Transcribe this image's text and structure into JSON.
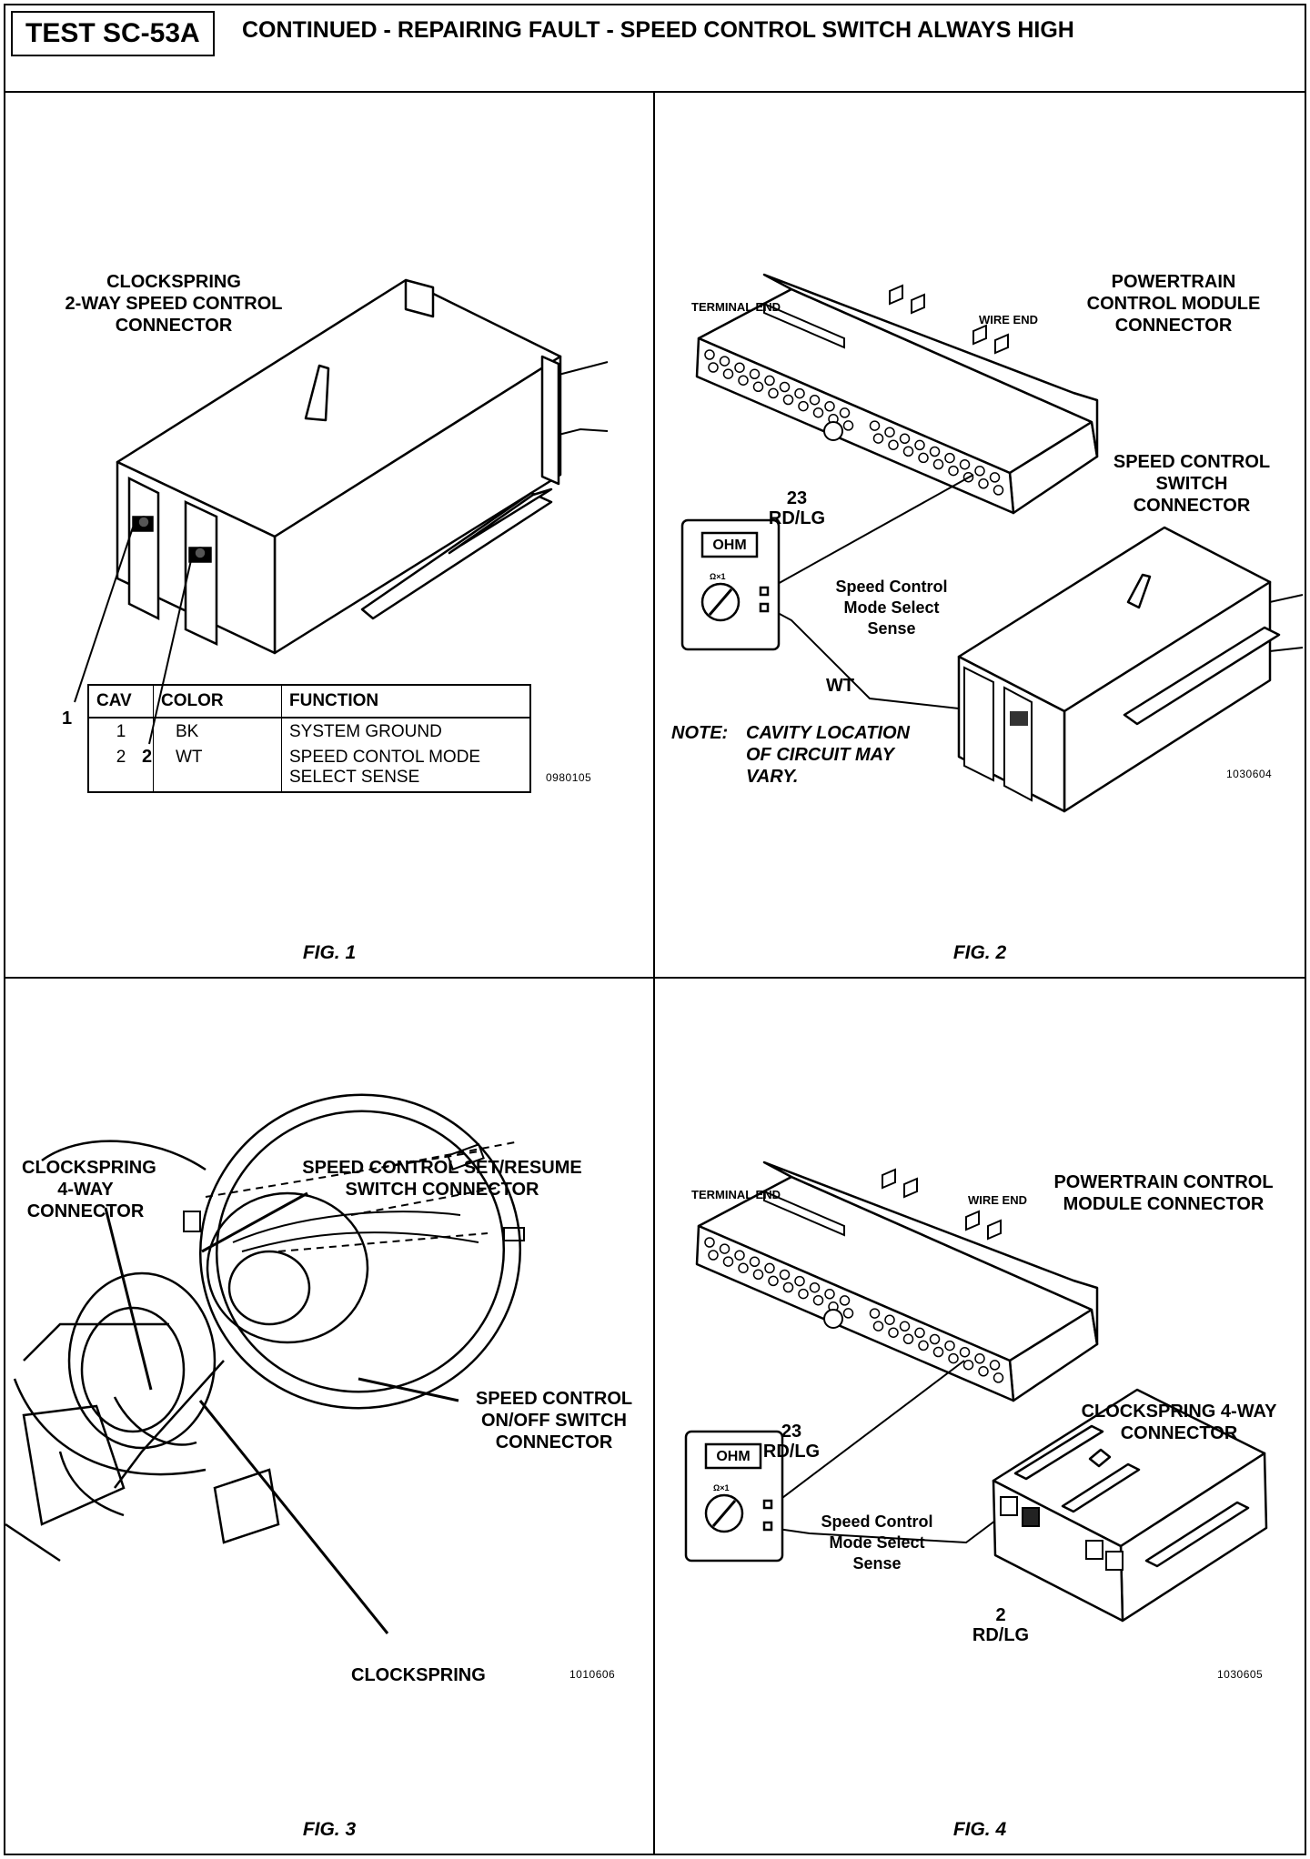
{
  "header": {
    "test_id": "TEST SC-53A",
    "title": "CONTINUED - REPAIRING FAULT - SPEED CONTROL SWITCH ALWAYS HIGH"
  },
  "fig1": {
    "caption": "FIG. 1",
    "connector_label": [
      "CLOCKSPRING",
      "2-WAY SPEED CONTROL",
      "CONNECTOR"
    ],
    "pin_callouts": [
      "1",
      "2"
    ],
    "table": {
      "headers": [
        "CAV",
        "COLOR",
        "FUNCTION"
      ],
      "rows": [
        {
          "cav": "1",
          "color": "BK",
          "function": "SYSTEM GROUND"
        },
        {
          "cav": "2",
          "color": "WT",
          "function": "SPEED CONTOL MODE SELECT SENSE"
        }
      ]
    },
    "code": "0980105"
  },
  "fig2": {
    "caption": "FIG. 2",
    "pcm_label": [
      "POWERTRAIN",
      "CONTROL MODULE",
      "CONNECTOR"
    ],
    "terminal_end": "TERMINAL END",
    "wire_end": "WIRE  END",
    "switch_label": [
      "SPEED CONTROL",
      "SWITCH",
      "CONNECTOR"
    ],
    "pin": "23",
    "wire_color": "RD/LG",
    "meter_display": "OHM",
    "meter_range": "Ω×1",
    "sense_label": [
      "Speed Control",
      "Mode Select",
      "Sense"
    ],
    "wire_wt": "WT",
    "note_key": "NOTE:",
    "note_lines": [
      "CAVITY LOCATION",
      "OF CIRCUIT MAY",
      "VARY."
    ],
    "code": "1030604"
  },
  "fig3": {
    "caption": "FIG. 3",
    "clockspring_4way": [
      "CLOCKSPRING",
      "4-WAY",
      "CONNECTOR"
    ],
    "set_resume": [
      "SPEED CONTROL SET/RESUME",
      "SWITCH CONNECTOR"
    ],
    "on_off": [
      "SPEED CONTROL",
      "ON/OFF SWITCH",
      "CONNECTOR"
    ],
    "clockspring": "CLOCKSPRING",
    "code": "1010606"
  },
  "fig4": {
    "caption": "FIG. 4",
    "pcm_label": [
      "POWERTRAIN CONTROL",
      "MODULE CONNECTOR"
    ],
    "terminal_end": "TERMINAL END",
    "wire_end": "WIRE  END",
    "clockspring_label": [
      "CLOCKSPRING 4-WAY",
      "CONNECTOR"
    ],
    "pin": "23",
    "wire_color": "RD/LG",
    "meter_display": "OHM",
    "meter_range": "Ω×1",
    "sense_label": [
      "Speed Control",
      "Mode Select",
      "Sense"
    ],
    "pin2": "2",
    "pin2_color": "RD/LG",
    "code": "1030605"
  },
  "colors": {
    "ink": "#000000",
    "paper": "#ffffff"
  }
}
